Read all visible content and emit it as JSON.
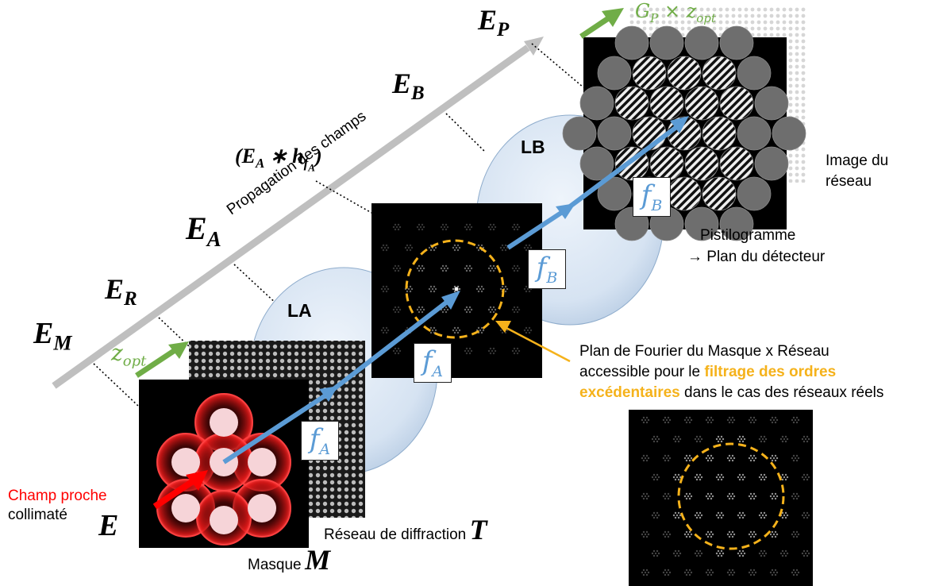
{
  "fields": {
    "E_P": "E",
    "E_P_sub": "P",
    "E_B": "E",
    "E_B_sub": "B",
    "E_A": "E",
    "E_A_sub": "A",
    "E_R": "E",
    "E_R_sub": "R",
    "E_M": "E",
    "E_M_sub": "M",
    "E_near": "E",
    "conv_pre": "(E",
    "conv_sub_A": "A",
    "conv_mid": " ∗ h",
    "conv_sub_f": "f",
    "conv_sub_fA": "A",
    "conv_post": ")"
  },
  "labels": {
    "propagation": "Propagation des champs",
    "lens_A": "LA",
    "lens_B": "LB",
    "near_field_line1": "Champ proche",
    "near_field_line2": "collimaté",
    "mask": "Masque",
    "mask_symbol": "M",
    "grating": "Réseau de diffraction",
    "grating_symbol": "T",
    "image_line1": "Image du",
    "image_line2": "réseau",
    "pistil_line1": "Pistilogramme",
    "pistil_line2": "→ Plan du détecteur",
    "fourier_line1": "Plan de Fourier du Masque x Réseau",
    "fourier_line2_a": "accessible pour le ",
    "fourier_line2_b": "filtrage des ordres",
    "fourier_line3_a": "excédentaires",
    "fourier_line3_b": " dans le cas des réseaux réels"
  },
  "math": {
    "z": "z",
    "opt": "opt",
    "G": "G",
    "G_sub": "P",
    "times": " × z",
    "f": "f",
    "A": "A",
    "B": "B"
  },
  "colors": {
    "green": "#70ad47",
    "blue": "#5b9bd5",
    "orange": "#f5b21b",
    "red": "#ff0000",
    "gray": "#bfbfbf"
  }
}
